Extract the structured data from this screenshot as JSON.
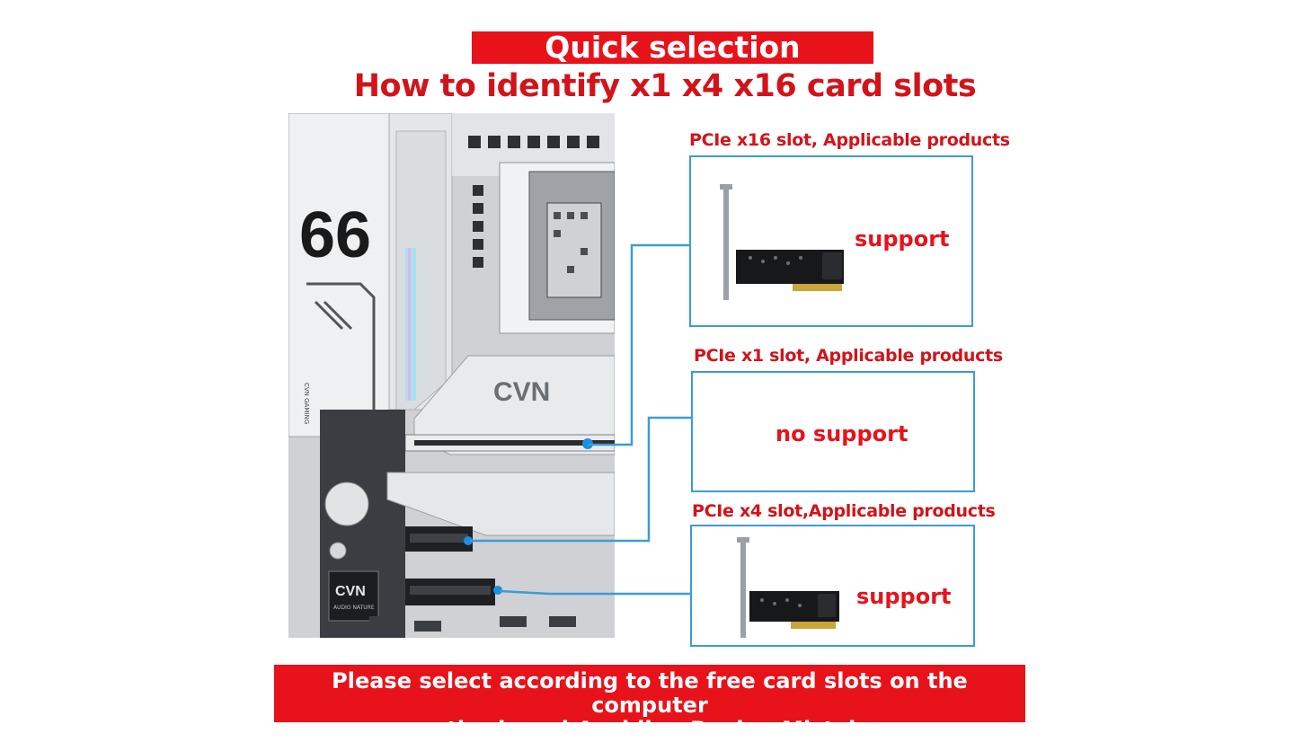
{
  "header": {
    "banner": "Quick selection",
    "headline": "How to identify x1 x4 x16 card slots"
  },
  "board": {
    "number_mark": "66",
    "logo_main": "CVN",
    "logo_audio": "CVN",
    "logo_audio_sub": "AUDIO NATURE",
    "heatsink_text": "CVN GAMING"
  },
  "slots": [
    {
      "label": "PCIe x16 slot, Applicable products",
      "status": "support",
      "has_card": true
    },
    {
      "label": "PCIe x1 slot, Applicable products",
      "status": "no support",
      "has_card": false
    },
    {
      "label": "PCIe x4 slot,Applicable products",
      "status": "support",
      "has_card": true
    }
  ],
  "footer": {
    "line1": "Please select according to the free card slots on the computer",
    "line2": "motherboard,Avoiding Buying Mistakes"
  },
  "colors": {
    "accent_red": "#e8121b",
    "text_red": "#d3131a",
    "connector_blue": "#3c9bd8"
  }
}
